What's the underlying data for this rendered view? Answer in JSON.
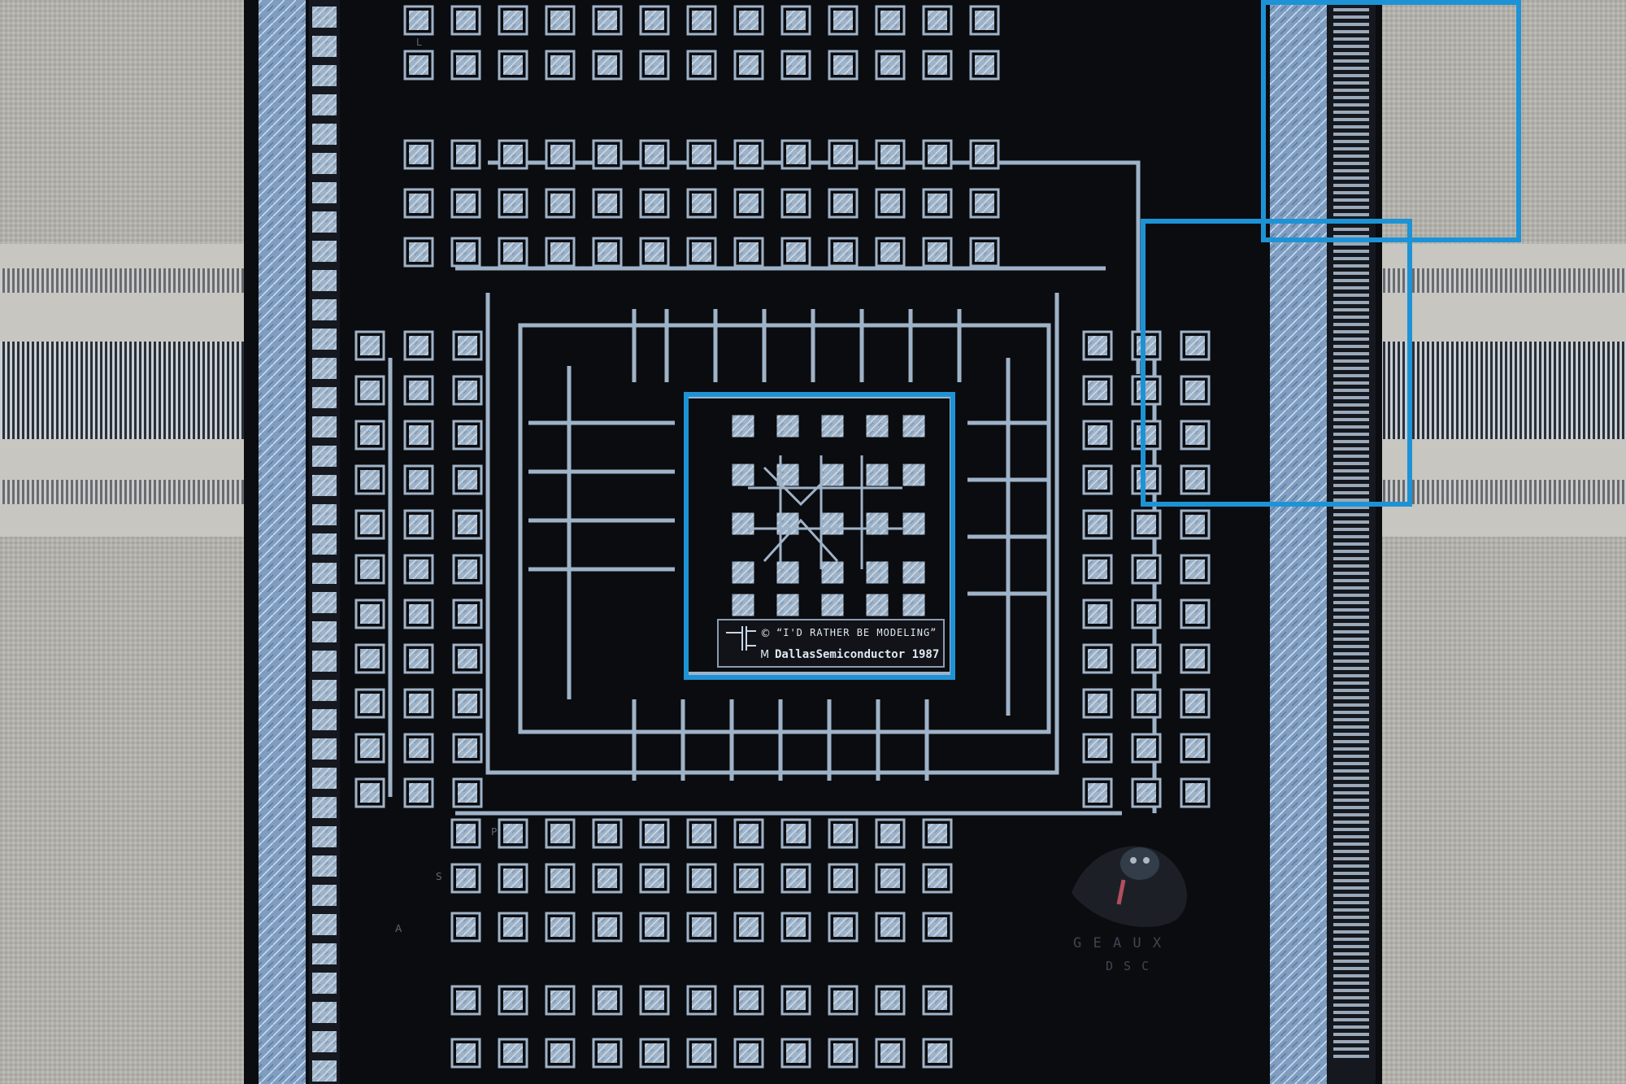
{
  "photo": {
    "inscription": {
      "copyright_symbol": "©",
      "quote": "“I'D RATHER BE MODELING”",
      "maker_symbol": "M",
      "maker_line": "DallasSemiconductor 1987"
    },
    "watermark": {
      "line1": "G E A U X",
      "line2": "D S C"
    },
    "small_marks": [
      "L",
      "P",
      "S",
      "A"
    ],
    "colors": {
      "background": "#0b0c10",
      "metal": "#a9b9cc",
      "metal_dark": "#5d7694",
      "die_gray": "#b3b1ab",
      "highlight_box": "#1d93d6"
    }
  }
}
